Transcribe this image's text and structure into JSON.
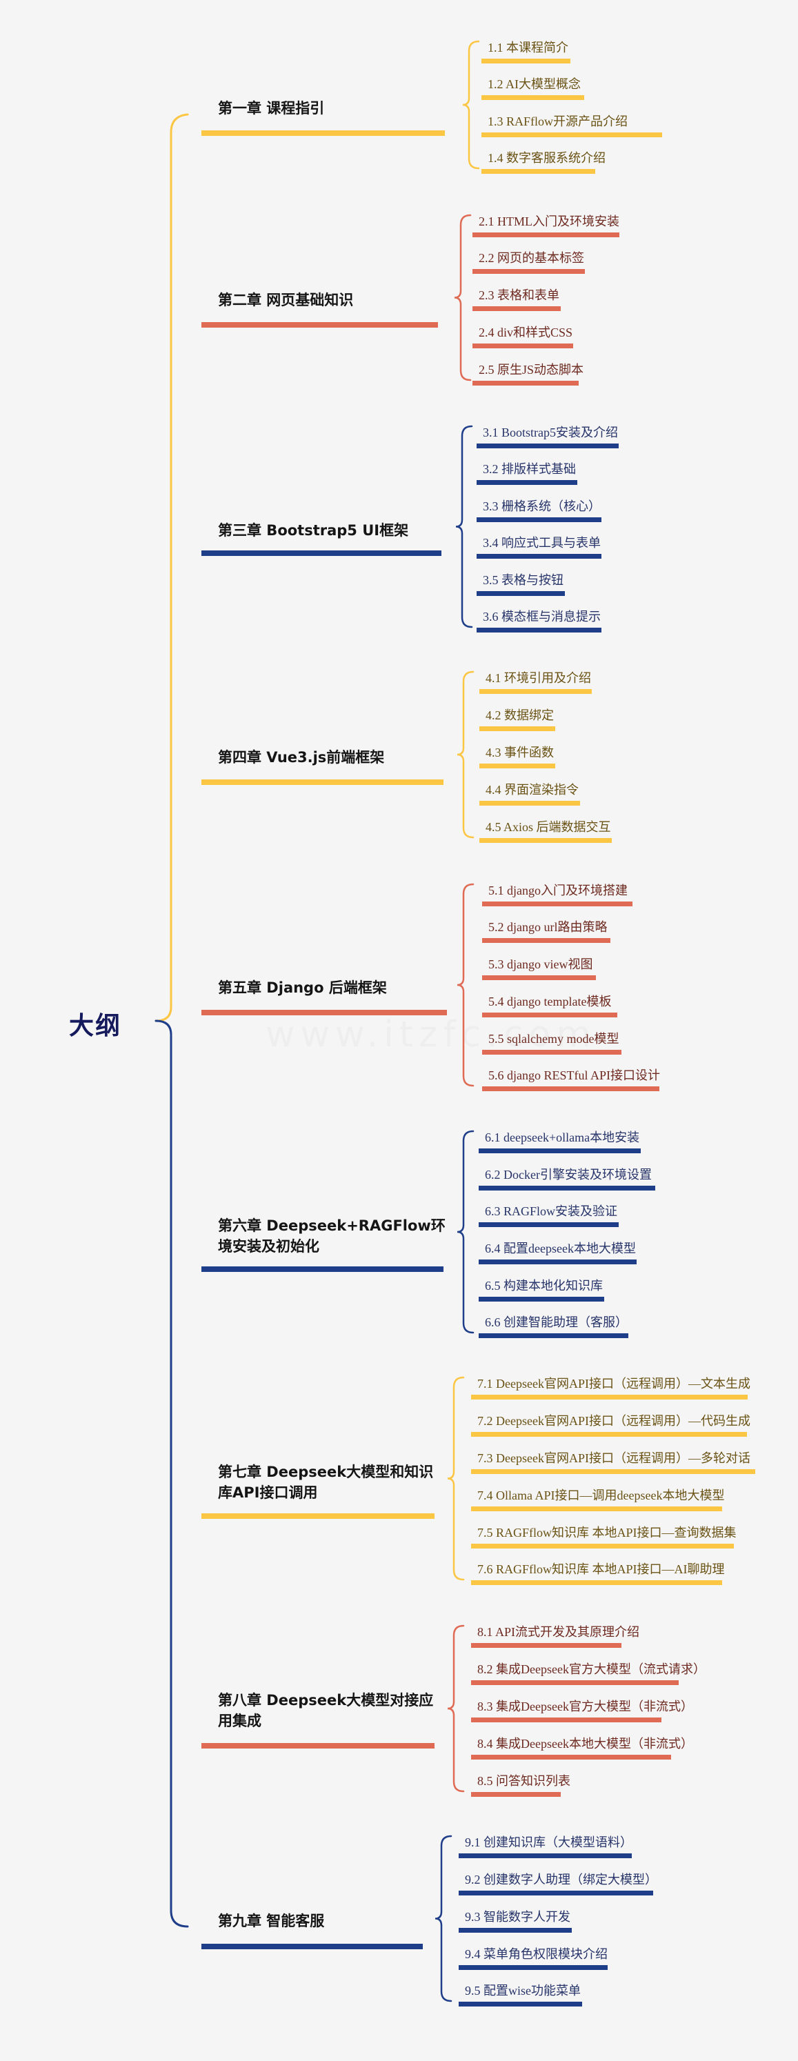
{
  "root": {
    "label": "大纲",
    "color": "#141a5c"
  },
  "watermark": "www.itzfc.com",
  "colors": {
    "yellow": {
      "line": "#fcc645",
      "text": "#6a5214"
    },
    "red": {
      "line": "#e06b55",
      "text": "#6e2a20"
    },
    "navy": {
      "line": "#1f3e8a",
      "text": "#27346a"
    }
  },
  "chapters": [
    {
      "title": "第一章 课程指引",
      "theme": "yellow",
      "items": [
        "1.1 本课程简介",
        "1.2 AI大模型概念",
        "1.3 RAFflow开源产品介绍",
        "1.4 数字客服系统介绍"
      ]
    },
    {
      "title": "第二章 网页基础知识",
      "theme": "red",
      "items": [
        "2.1 HTML入门及环境安装",
        "2.2 网页的基本标签",
        "2.3 表格和表单",
        "2.4 div和样式CSS",
        "2.5 原生JS动态脚本"
      ]
    },
    {
      "title": "第三章 Bootstrap5 UI框架",
      "theme": "navy",
      "items": [
        "3.1 Bootstrap5安装及介绍",
        "3.2 排版样式基础",
        "3.3 栅格系统（核心）",
        "3.4 响应式工具与表单",
        "3.5 表格与按钮",
        "3.6 模态框与消息提示"
      ]
    },
    {
      "title": "第四章 Vue3.js前端框架",
      "theme": "yellow",
      "items": [
        "4.1 环境引用及介绍",
        "4.2 数据绑定",
        "4.3 事件函数",
        "4.4 界面渲染指令",
        "4.5 Axios 后端数据交互"
      ]
    },
    {
      "title": "第五章 Django 后端框架",
      "theme": "red",
      "items": [
        "5.1  django入门及环境搭建",
        "5.2 django url路由策略",
        "5.3 django view视图",
        "5.4  django template模板",
        "5.5 sqlalchemy mode模型",
        "5.6 django RESTful API接口设计"
      ]
    },
    {
      "title": "第六章 Deepseek+RAGFlow环境安装及初始化",
      "theme": "navy",
      "items": [
        "6.1 deepseek+ollama本地安装",
        "6.2 Docker引擎安装及环境设置",
        "6.3 RAGFlow安装及验证",
        "6.4 配置deepseek本地大模型",
        "6.5 构建本地化知识库",
        "6.6 创建智能助理（客服）"
      ]
    },
    {
      "title": "第七章 Deepseek大模型和知识库API接口调用",
      "theme": "yellow",
      "items": [
        "7.1 Deepseek官网API接口（远程调用）—文本生成",
        "7.2 Deepseek官网API接口（远程调用）—代码生成",
        "7.3 Deepseek官网API接口（远程调用）—多轮对话",
        "7.4 Ollama API接口—调用deepseek本地大模型",
        "7.5 RAGFflow知识库 本地API接口—查询数据集",
        "7.6 RAGFflow知识库 本地API接口—AI聊助理"
      ]
    },
    {
      "title": "第八章 Deepseek大模型对接应用集成",
      "theme": "red",
      "items": [
        "8.1 API流式开发及其原理介绍",
        "8.2 集成Deepseek官方大模型（流式请求）",
        "8.3 集成Deepseek官方大模型（非流式）",
        "8.4  集成Deepseek本地大模型（非流式）",
        "8.5 问答知识列表"
      ]
    },
    {
      "title": "第九章 智能客服",
      "theme": "navy",
      "items": [
        "9.1 创建知识库（大模型语料）",
        "9.2 创建数字人助理（绑定大模型）",
        "9.3 智能数字人开发",
        "9.4 菜单角色权限模块介绍",
        "9.5 配置wise功能菜单"
      ]
    }
  ]
}
